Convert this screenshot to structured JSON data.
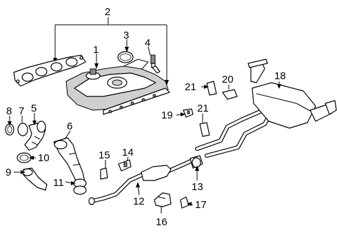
{
  "callouts": {
    "c1": "1",
    "c2": "2",
    "c3": "3",
    "c4": "4",
    "c5": "5",
    "c6": "6",
    "c7": "7",
    "c8": "8",
    "c9": "9",
    "c10": "10",
    "c11": "11",
    "c12": "12",
    "c13": "13",
    "c14": "14",
    "c15": "15",
    "c16": "16",
    "c17": "17",
    "c18": "18",
    "c19": "19",
    "c20": "20",
    "c21a": "21",
    "c21b": "21"
  },
  "style": {
    "ink": "#000000",
    "background": "#ffffff",
    "shade": "#cfcfcf"
  }
}
